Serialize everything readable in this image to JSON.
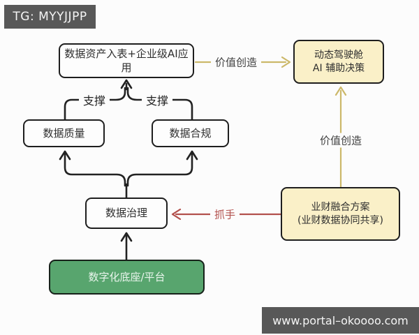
{
  "badge": {
    "text": "TG: MYYJJPP"
  },
  "watermark": {
    "text": "www.portal–okoooo.com"
  },
  "nodes": {
    "data_asset": {
      "label": "数据资产入表+企业级AI应用"
    },
    "cockpit": {
      "line1": "动态驾驶舱",
      "line2": "AI 辅助决策"
    },
    "quality": {
      "label": "数据质量"
    },
    "compliance": {
      "label": "数据合规"
    },
    "governance": {
      "label": "数据治理"
    },
    "finance": {
      "line1": "业财融合方案",
      "line2": "(业财数据协同共享)"
    },
    "platform": {
      "label": "数字化底座/平台"
    }
  },
  "edge_labels": {
    "support_left": "支撑",
    "support_right": "支撑",
    "value_creation_top": "价值创造",
    "value_creation_right": "价值创造",
    "grip": "抓手"
  },
  "colors": {
    "background": "#fcfcfc",
    "box_border": "#1e1e1e",
    "box_white_fill": "#fdfdfd",
    "box_yellow_fill": "#faf0c8",
    "box_green_fill": "#58a56e",
    "connector_black": "#222222",
    "connector_yellow": "#ccb869",
    "connector_red": "#b2504c",
    "badge_background": "#585858",
    "badge_text": "#f5f5f5"
  }
}
